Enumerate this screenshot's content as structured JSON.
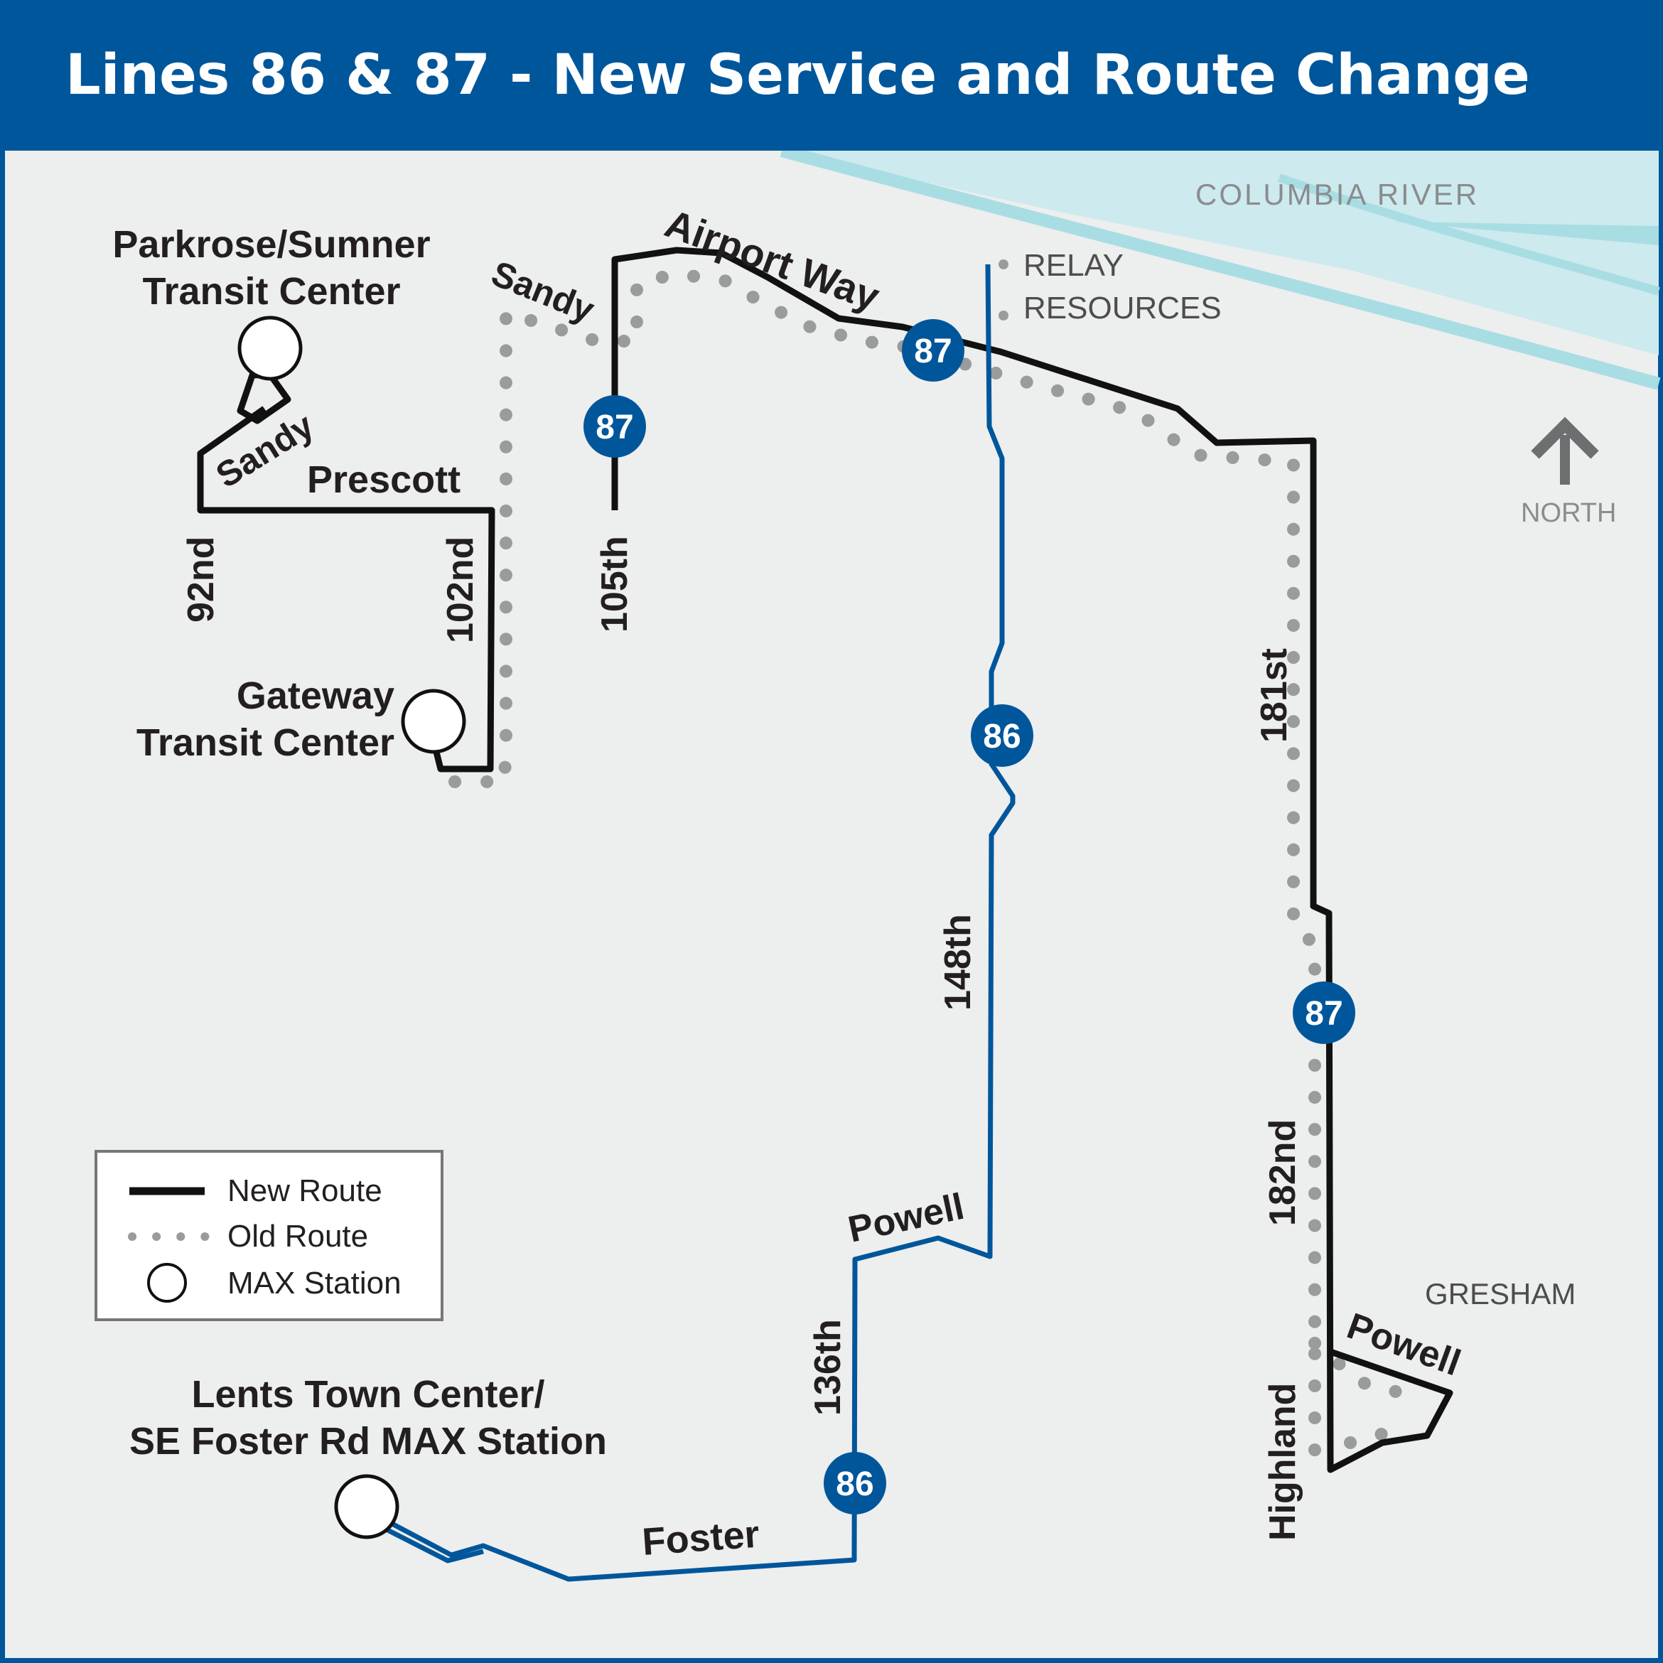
{
  "title": "Lines 86 & 87 - New Service and Route Change",
  "colors": {
    "header": "#00569b",
    "map_background": "#edeeee",
    "route_86": "#00569b",
    "new_route": "#111111",
    "old_route": "#9a9b9d",
    "river": "#a8dde3"
  },
  "labels": {
    "river": "COLUMBIA RIVER",
    "north": "NORTH",
    "relay_line1": "RELAY",
    "relay_line2": "RESOURCES",
    "gresham": "GRESHAM"
  },
  "stations": {
    "parkrose_line1": "Parkrose/Sumner",
    "parkrose_line2": "Transit Center",
    "gateway_line1": "Gateway",
    "gateway_line2": "Transit Center",
    "lents_line1": "Lents Town Center/",
    "lents_line2": "SE Foster Rd MAX Station"
  },
  "streets": {
    "sandy": "Sandy",
    "prescott": "Prescott",
    "airport_way": "Airport Way",
    "s92nd": "92nd",
    "s102nd": "102nd",
    "s105th": "105th",
    "s148th": "148th",
    "s181st": "181st",
    "s182nd": "182nd",
    "s136th": "136th",
    "powell": "Powell",
    "foster": "Foster",
    "highland": "Highland"
  },
  "badges": {
    "line86": "86",
    "line87": "87"
  },
  "legend": {
    "new_route": "New Route",
    "old_route": "Old Route",
    "max_station": "MAX Station"
  }
}
